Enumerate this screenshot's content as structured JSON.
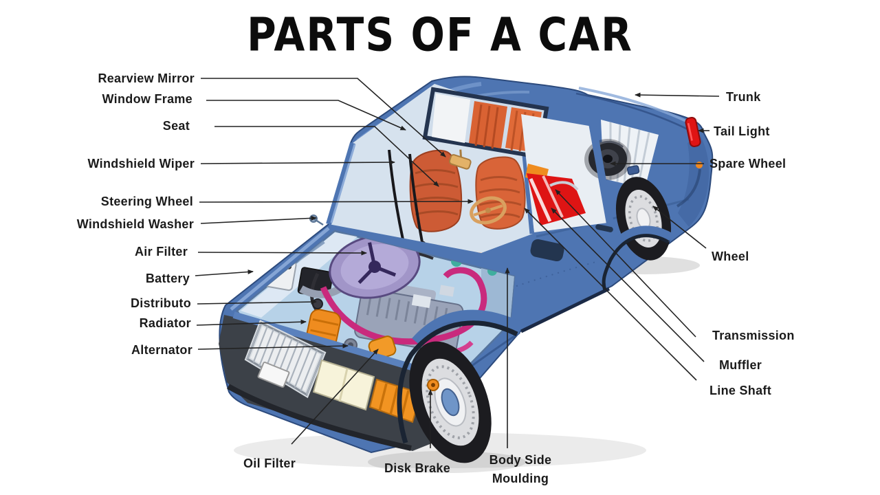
{
  "title": "PARTS OF A CAR",
  "labels": {
    "left": [
      {
        "id": "rearview-mirror",
        "text": "Rearview Mirror"
      },
      {
        "id": "window-frame",
        "text": "Window Frame"
      },
      {
        "id": "seat",
        "text": "Seat"
      },
      {
        "id": "windshield-wiper",
        "text": "Windshield Wiper"
      },
      {
        "id": "steering-wheel",
        "text": "Steering Wheel"
      },
      {
        "id": "windshield-washer",
        "text": "Windshield Washer"
      },
      {
        "id": "air-filter",
        "text": "Air Filter"
      },
      {
        "id": "battery",
        "text": "Battery"
      },
      {
        "id": "distributo",
        "text": "Distributo"
      },
      {
        "id": "radiator",
        "text": "Radiator"
      },
      {
        "id": "alternator",
        "text": "Alternator"
      }
    ],
    "right": [
      {
        "id": "trunk",
        "text": "Trunk"
      },
      {
        "id": "tail-light",
        "text": "Tail Light"
      },
      {
        "id": "spare-wheel",
        "text": "Spare Wheel"
      },
      {
        "id": "wheel",
        "text": "Wheel"
      },
      {
        "id": "transmission",
        "text": "Transmission"
      },
      {
        "id": "muffler",
        "text": "Muffler"
      },
      {
        "id": "line-shaft",
        "text": "Line Shaft"
      }
    ],
    "bottom": [
      {
        "id": "oil-filter",
        "text": "Oil Filter"
      },
      {
        "id": "disk-brake",
        "text": "Disk Brake"
      },
      {
        "id": "body-side-moulding",
        "text": "Body Side Moulding"
      }
    ]
  },
  "illustration": {
    "description": "Cutaway three-quarter view of a blue sedan showing engine bay, cabin interior, spare wheel and labeled components",
    "colors": {
      "body_blue": "#4e75b2",
      "body_shadow_blue": "#33558c",
      "engine_bay_blue": "#b7d2e8",
      "seat_orange": "#cd5b35",
      "carpet_red": "#de1414",
      "air_filter_purple": "#a195c8",
      "hose_magenta": "#c92a7d",
      "part_orange": "#ef8c1f",
      "tail_light_red": "#e01414",
      "tire_black": "#1c1c20",
      "label_text": "#1b1b1b",
      "leader_line": "#222222"
    }
  }
}
